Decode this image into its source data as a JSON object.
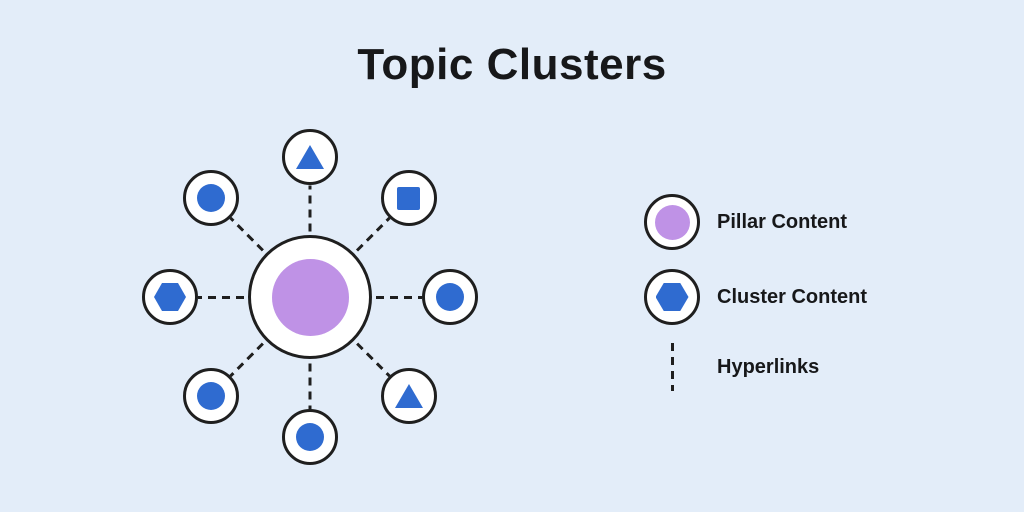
{
  "title": "Topic Clusters",
  "colors": {
    "background": "#e3edf9",
    "node_blue": "#2f6bd0",
    "pillar_purple": "#bf92e6",
    "outline": "#1f1f1f",
    "text": "#17181a"
  },
  "diagram": {
    "hub": {
      "icon": "pillar-circle-icon",
      "shape": "circle",
      "fill": "pillar_purple"
    },
    "connector_style": "dashed",
    "nodes": [
      {
        "icon": "triangle-icon",
        "shape": "triangle",
        "angle": 90
      },
      {
        "icon": "square-icon",
        "shape": "square",
        "angle": 45
      },
      {
        "icon": "circle-icon",
        "shape": "circle",
        "angle": 0
      },
      {
        "icon": "triangle-icon",
        "shape": "triangle",
        "angle": 315
      },
      {
        "icon": "circle-icon",
        "shape": "circle",
        "angle": 270
      },
      {
        "icon": "circle-icon",
        "shape": "circle",
        "angle": 225
      },
      {
        "icon": "hexagon-icon",
        "shape": "hexagon",
        "angle": 180
      },
      {
        "icon": "circle-icon",
        "shape": "circle",
        "angle": 135
      }
    ]
  },
  "legend": {
    "items": [
      {
        "icon": "pillar-circle-icon",
        "label": "Pillar Content"
      },
      {
        "icon": "cluster-hexagon-icon",
        "label": "Cluster Content"
      },
      {
        "icon": "dashed-line-icon",
        "label": "Hyperlinks"
      }
    ]
  }
}
